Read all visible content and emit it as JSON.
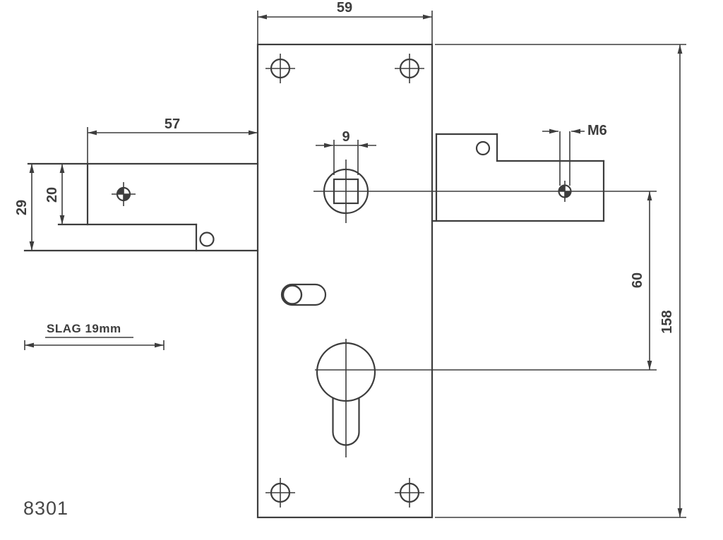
{
  "part_number": "8301",
  "labels": {
    "plate_width": "59",
    "left_width": "57",
    "left_outer_height": "29",
    "left_inner_height": "20",
    "spindle": "9",
    "thread": "M6",
    "hole_spacing": "60",
    "total_height": "158",
    "stroke_note": "SLAG 19mm"
  },
  "colors": {
    "line": "#3d3d3d",
    "background": "#ffffff"
  }
}
